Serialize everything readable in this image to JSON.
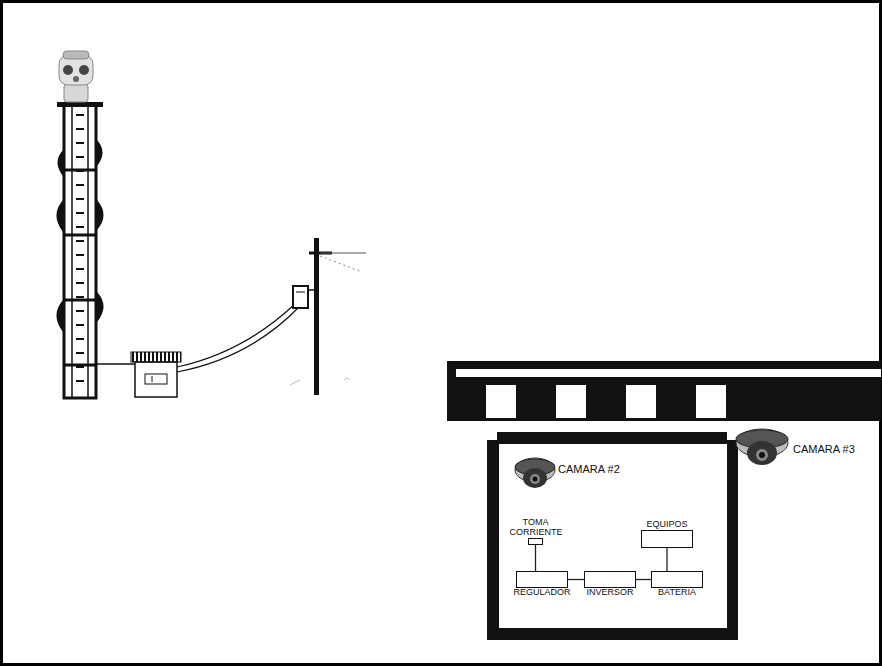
{
  "diagram": {
    "nodes": [
      {
        "text": [
          "TOMA CORRIENTE"
        ]
      },
      {
        "text": [
          "EQUIPOS"
        ]
      },
      {
        "text": [
          "REGULADOR"
        ]
      },
      {
        "text": [
          "INVERSOR"
        ]
      },
      {
        "text": [
          "BATERIA"
        ]
      }
    ],
    "edges": [
      {
        "from": 0,
        "to": 2,
        "arrow": "none"
      },
      {
        "from": 2,
        "to": 3,
        "arrow": "none"
      },
      {
        "from": 3,
        "to": 4,
        "arrow": "none"
      },
      {
        "from": 1,
        "to": 4,
        "arrow": "none"
      }
    ],
    "labels": [
      "CAMARA #2",
      "CAMARA #3"
    ]
  }
}
